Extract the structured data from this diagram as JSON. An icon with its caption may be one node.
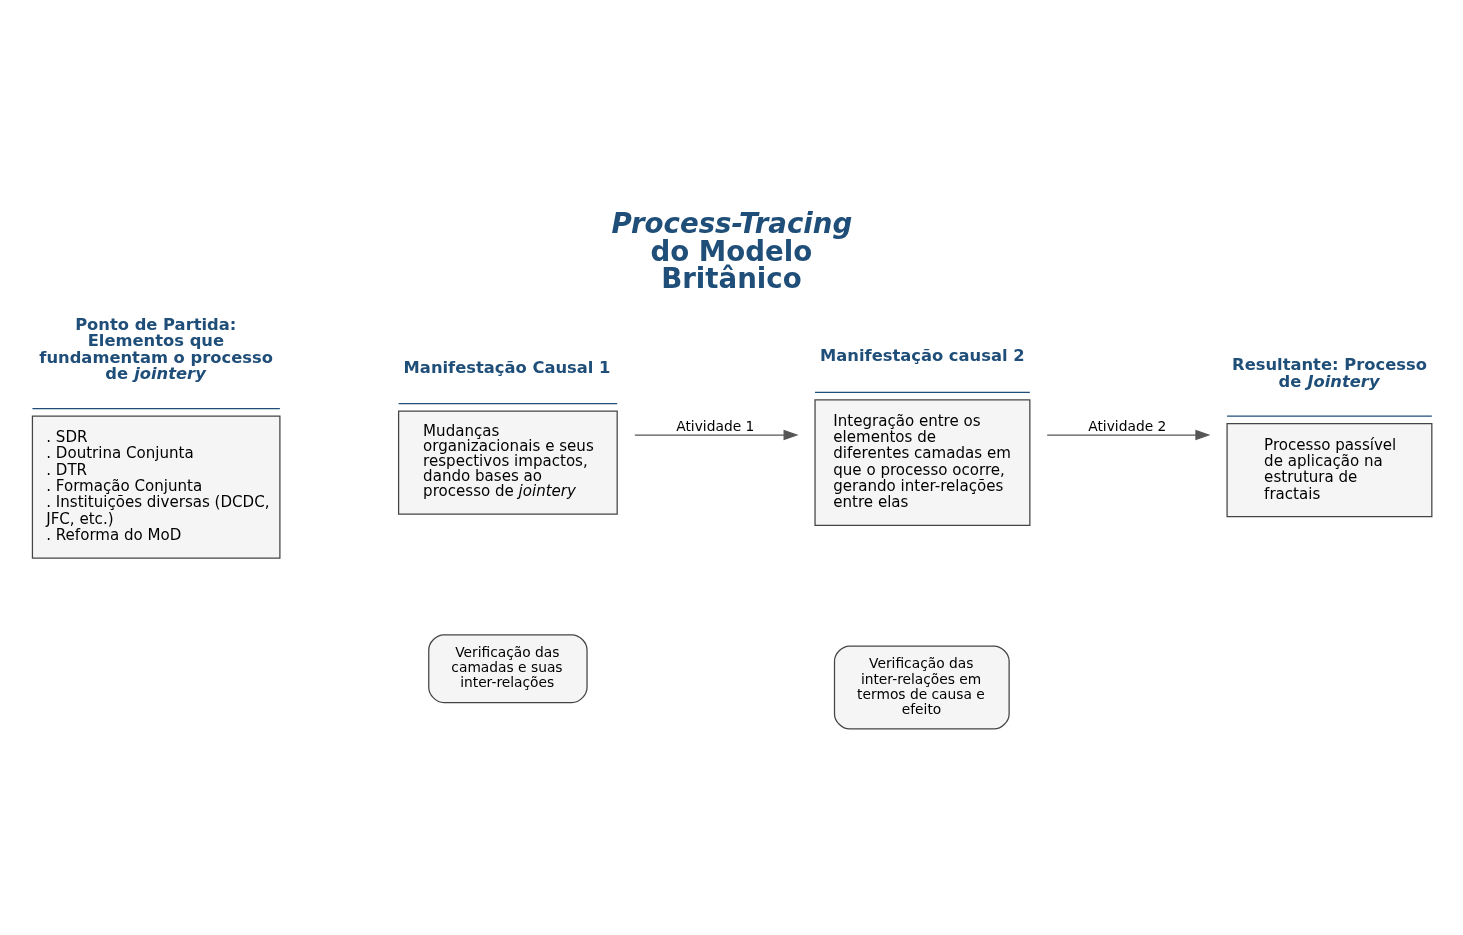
{
  "diagram": {
    "title": "*Process-Tracing* do Modelo Britânico",
    "nodes": [
      {
        "text": [
          "Ponto de Partida: Elementos que fundamentam o processo de *jointery*",
          ". SDR",
          ". Doutrina Conjunta",
          ". DTR",
          ". Formação Conjunta",
          ". Instituições diversas (DCDC, JFC, etc.)",
          ". Reforma do MoD"
        ]
      },
      {
        "text": [
          "Manifestação Causal 1",
          "Mudanças organizacionais e seus respectivos impactos, dando bases ao processo de *jointery*"
        ]
      },
      {
        "text": [
          "Manifestação causal 2",
          "Integração entre os elementos de diferentes camadas em que o processo ocorre, gerando inter-relações entre elas"
        ]
      },
      {
        "text": [
          "Resultante: Processo de *Jointery*",
          "Processo passível de aplicação na estrutura de fractais"
        ]
      },
      {
        "text": [
          "Verificação das camadas e suas inter-relações"
        ]
      },
      {
        "text": [
          "Verificação das inter-relações em termos de causa e efeito"
        ]
      }
    ],
    "edges": [
      {
        "from": 1,
        "to": 2,
        "arrow": "to",
        "label": "Atividade 1"
      },
      {
        "from": 2,
        "to": 3,
        "arrow": "to",
        "label": "Atividade 2"
      }
    ]
  }
}
